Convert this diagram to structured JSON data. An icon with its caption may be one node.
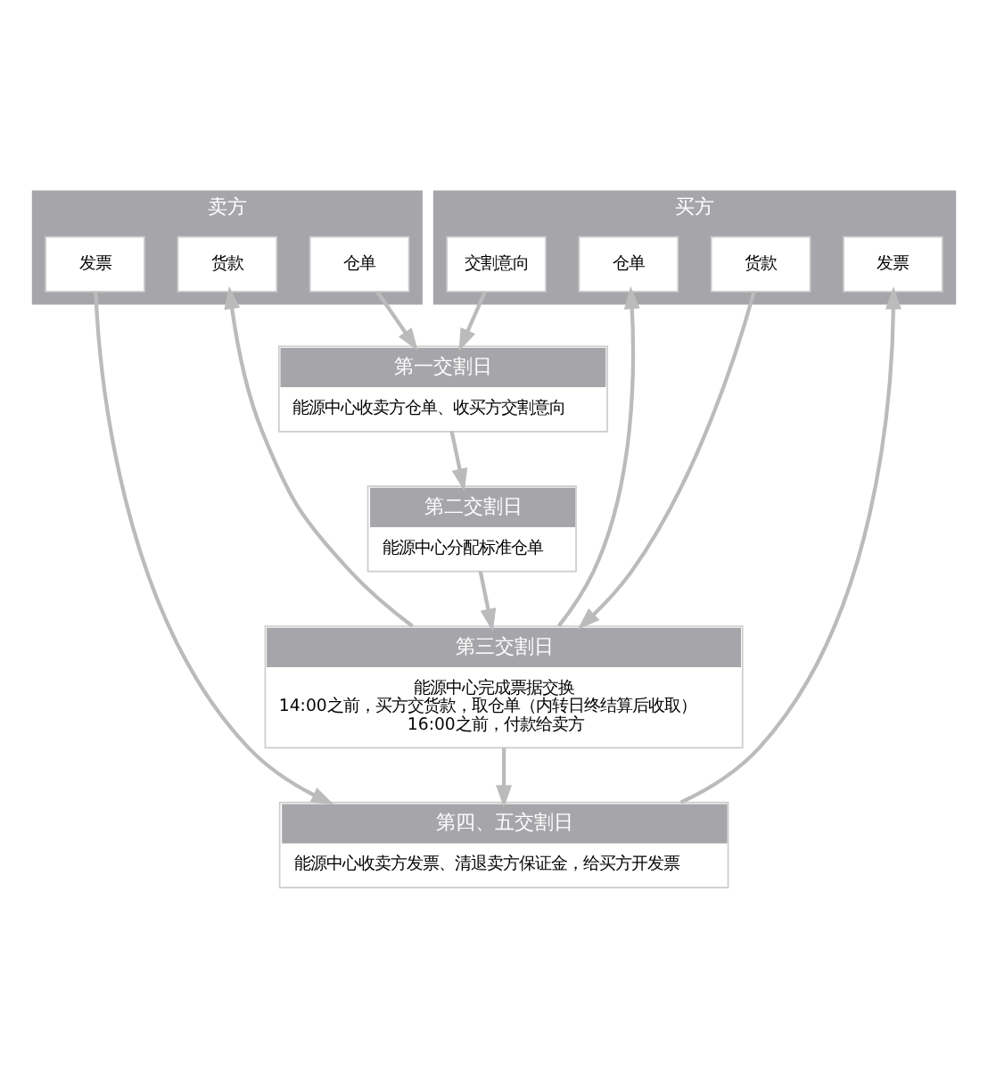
{
  "diagram": {
    "nodes": [
      {
        "text": [
          "卖方"
        ]
      },
      {
        "text": [
          "发票"
        ],
        "in": 0
      },
      {
        "text": [
          "货款"
        ],
        "in": 0
      },
      {
        "text": [
          "仓单"
        ],
        "in": 0
      },
      {
        "text": [
          "买方"
        ]
      },
      {
        "text": [
          "交割意向"
        ],
        "in": 4
      },
      {
        "text": [
          "仓单"
        ],
        "in": 4
      },
      {
        "text": [
          "货款"
        ],
        "in": 4
      },
      {
        "text": [
          "发票"
        ],
        "in": 4
      },
      {
        "text": [
          "第一交割日",
          "能源中心收卖方仓单、收买方交割意向"
        ]
      },
      {
        "text": [
          "第二交割日",
          "能源中心分配标准仓单"
        ]
      },
      {
        "text": [
          "第三交割日",
          "能源中心完成票据交换 14:00之前，买方交货款，取仓单（内转日终结算后收取） 16:00之前，付款给卖方"
        ]
      },
      {
        "text": [
          "第四、五交割日",
          "能源中心收卖方发票、清退卖方保证金，给买方开发票"
        ]
      }
    ],
    "edges": [
      {
        "from": 1,
        "to": 12,
        "arrow": "to"
      },
      {
        "from": 11,
        "to": 2,
        "arrow": "to"
      },
      {
        "from": 3,
        "to": 9,
        "arrow": "to"
      },
      {
        "from": 5,
        "to": 9,
        "arrow": "to"
      },
      {
        "from": 11,
        "to": 6,
        "arrow": "to"
      },
      {
        "from": 7,
        "to": 11,
        "arrow": "to"
      },
      {
        "from": 12,
        "to": 8,
        "arrow": "to"
      },
      {
        "from": 9,
        "to": 10,
        "arrow": "to"
      },
      {
        "from": 10,
        "to": 11,
        "arrow": "to"
      },
      {
        "from": 11,
        "to": 12,
        "arrow": "to"
      }
    ]
  }
}
